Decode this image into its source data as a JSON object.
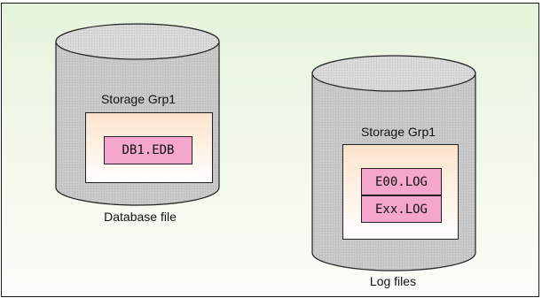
{
  "colors": {
    "background_top": "#e6f3dc",
    "background_bottom": "#fbfdf8",
    "cylinder_fill": "#c9c9c9",
    "cylinder_top": "#d8d8d8",
    "storage_group_fill_top": "#fbe3cc",
    "file_fill": "#f4a6cc",
    "outline": "#222222"
  },
  "left_cylinder": {
    "group_label": "Storage Grp1",
    "files": [
      "DB1.EDB"
    ],
    "caption": "Database file"
  },
  "right_cylinder": {
    "group_label": "Storage Grp1",
    "files": [
      "E00.LOG",
      "Exx.LOG"
    ],
    "caption": "Log files"
  }
}
